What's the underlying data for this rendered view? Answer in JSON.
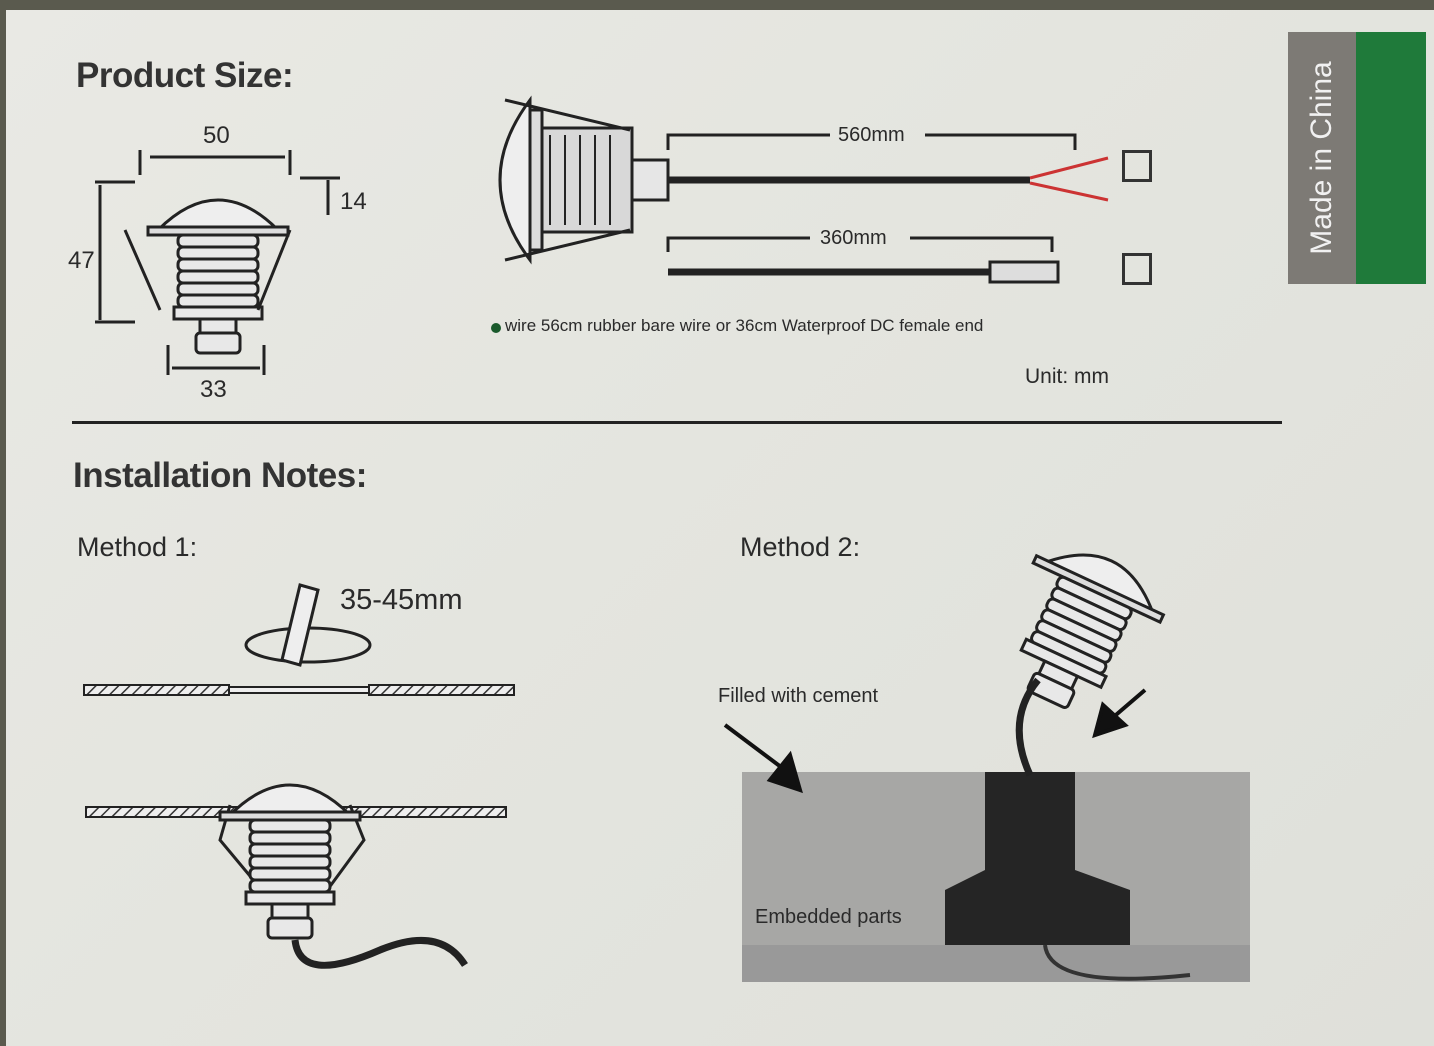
{
  "product_size": {
    "heading": "Product Size:",
    "dims": {
      "top_width": "50",
      "cap_height": "14",
      "total_height": "47",
      "base_width": "33"
    },
    "wire_options": [
      {
        "length_label": "560mm",
        "type": "rubber bare wire"
      },
      {
        "length_label": "360mm",
        "type": "Waterproof DC female end"
      }
    ],
    "wire_note": "wire  56cm  rubber bare  wire  or 36cm Waterproof DC female end",
    "unit": "Unit: mm"
  },
  "side_label": "Made in China",
  "colors": {
    "green": "#1f7a3a",
    "gray": "#7d7a75"
  },
  "installation": {
    "heading": "Installation Notes:",
    "method1": {
      "label": "Method 1:",
      "hole_depth": "35-45mm"
    },
    "method2": {
      "label": "Method 2:",
      "filled": "Filled with cement",
      "embedded": "Embedded parts"
    }
  }
}
